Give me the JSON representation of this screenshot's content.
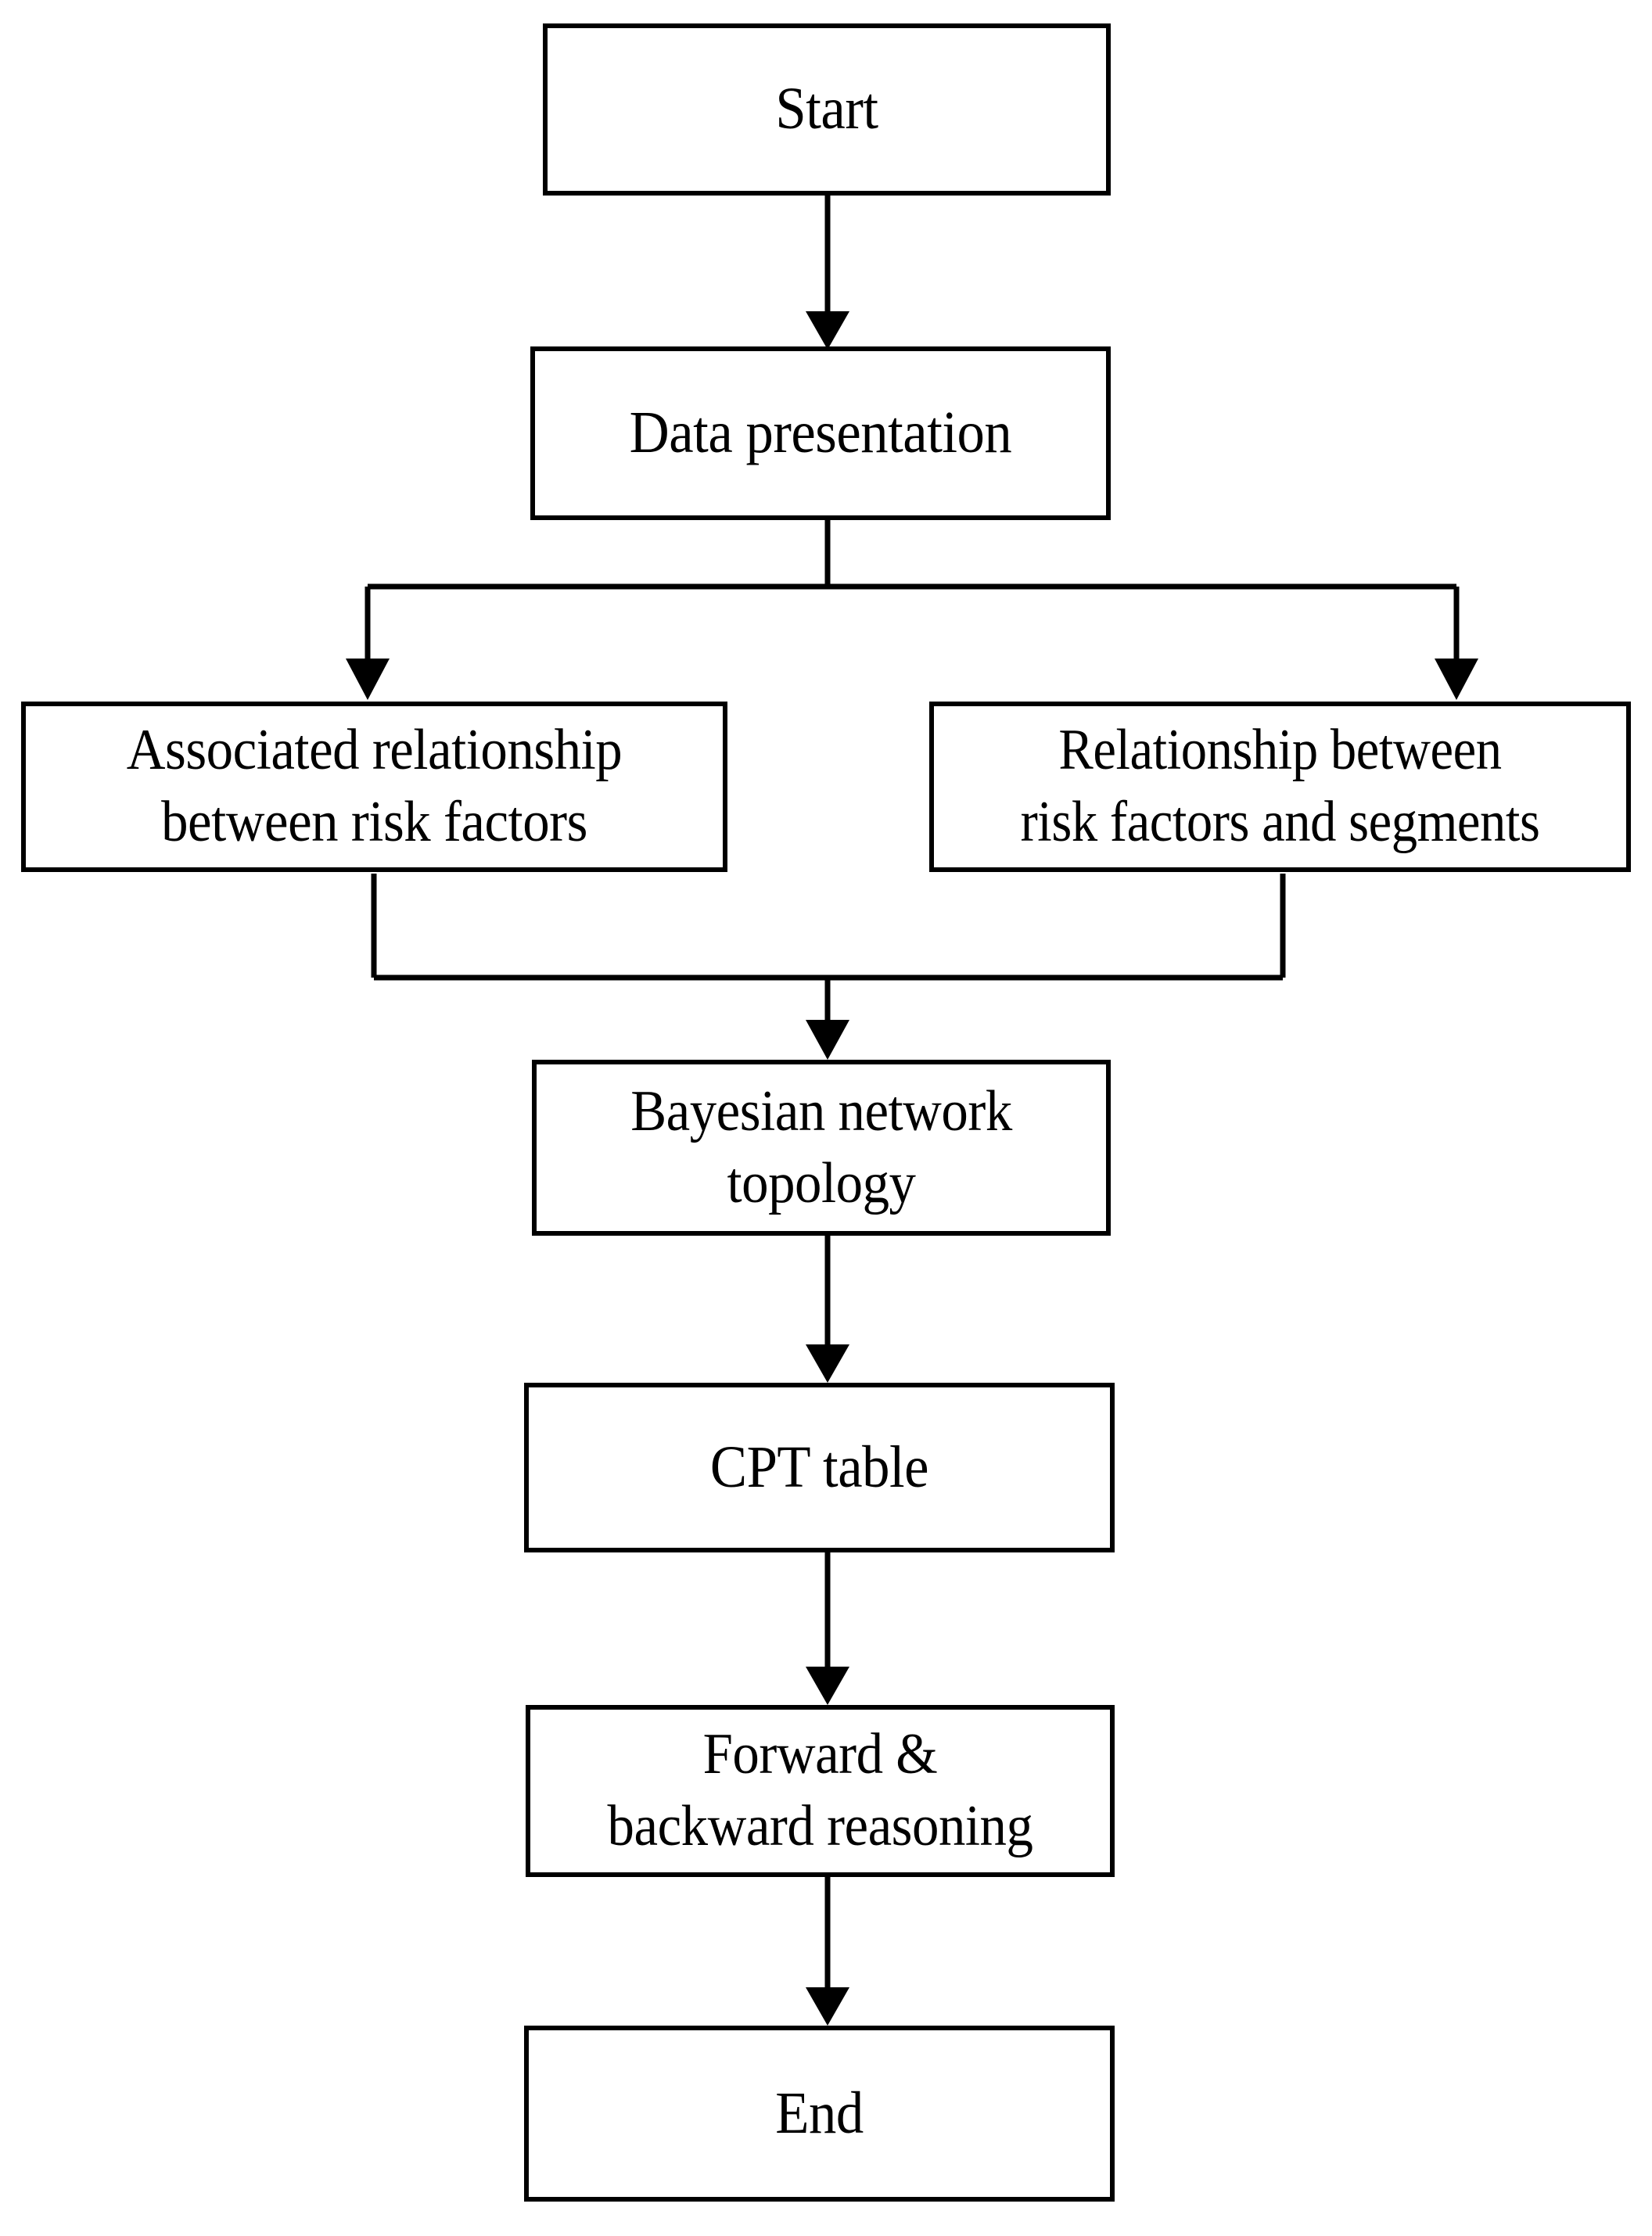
{
  "diagram": {
    "type": "flowchart",
    "title": "Bayesian network modelling process flowchart",
    "orientation": "top-to-bottom",
    "stroke_color": "#000000",
    "fill_color": "#ffffff",
    "background": "#ffffff",
    "nodes": [
      {
        "id": "start",
        "label": "Start",
        "shape": "rectangle",
        "lines": 1
      },
      {
        "id": "data-presentation",
        "label": "Data presentation",
        "shape": "rectangle",
        "lines": 1
      },
      {
        "id": "associated-relationship",
        "label": "Associated relationship\nbetween risk factors",
        "shape": "rectangle",
        "lines": 2
      },
      {
        "id": "relationship-segments",
        "label": "Relationship between\nrisk factors and segments",
        "shape": "rectangle",
        "lines": 2
      },
      {
        "id": "bayesian-topology",
        "label": "Bayesian network\ntopology",
        "shape": "rectangle",
        "lines": 2
      },
      {
        "id": "cpt-table",
        "label": "CPT table",
        "shape": "rectangle",
        "lines": 1
      },
      {
        "id": "reasoning",
        "label": "Forward &\nbackward reasoning",
        "shape": "rectangle",
        "lines": 2
      },
      {
        "id": "end",
        "label": "End",
        "shape": "rectangle",
        "lines": 1
      }
    ],
    "edges": [
      {
        "from": "start",
        "to": "data-presentation",
        "style": "straight-arrow"
      },
      {
        "from": "data-presentation",
        "to": "associated-relationship",
        "style": "split-left-arrow"
      },
      {
        "from": "data-presentation",
        "to": "relationship-segments",
        "style": "split-right-arrow"
      },
      {
        "from": "associated-relationship",
        "to": "bayesian-topology",
        "style": "merge-arrow"
      },
      {
        "from": "relationship-segments",
        "to": "bayesian-topology",
        "style": "merge-arrow"
      },
      {
        "from": "bayesian-topology",
        "to": "cpt-table",
        "style": "straight-arrow"
      },
      {
        "from": "cpt-table",
        "to": "reasoning",
        "style": "straight-arrow"
      },
      {
        "from": "reasoning",
        "to": "end",
        "style": "straight-arrow"
      }
    ]
  }
}
